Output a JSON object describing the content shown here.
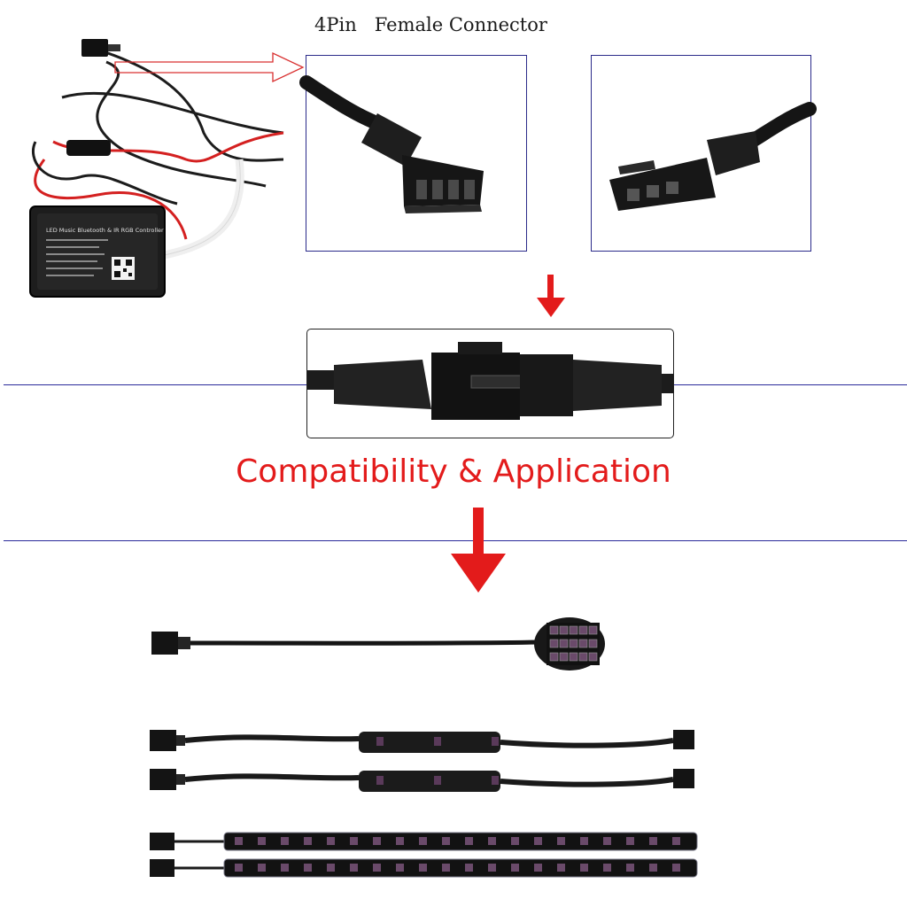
{
  "connector_caption": "4Pin   Female Connector",
  "heading": "Compatibility & Application",
  "controller_label": "LED Music Bluetooth & IR RGB Controller",
  "colors": {
    "accent_red": "#e31b1b",
    "frame_blue": "#2b2b8a",
    "cable_black": "#1c1c1c",
    "connector_black": "#111111"
  }
}
